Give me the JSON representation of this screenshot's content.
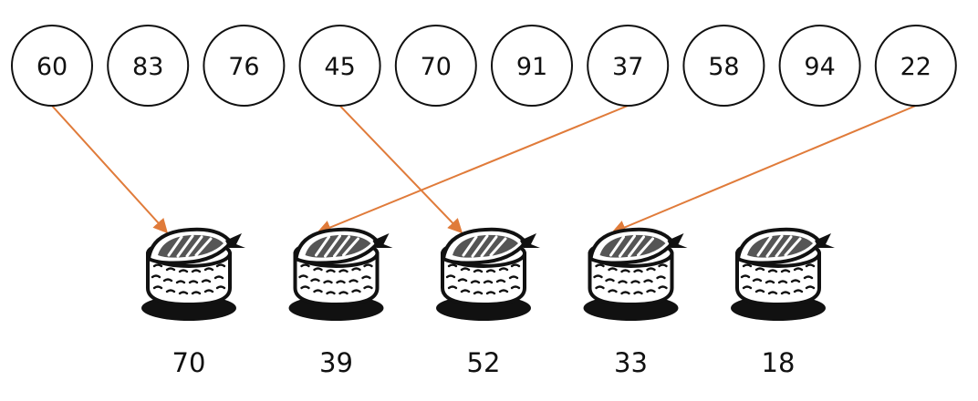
{
  "diagram": {
    "numbers": [
      "60",
      "83",
      "76",
      "45",
      "70",
      "91",
      "37",
      "58",
      "94",
      "22"
    ],
    "sushi": [
      {
        "label": "70",
        "icon": "sushi-icon"
      },
      {
        "label": "39",
        "icon": "sushi-icon"
      },
      {
        "label": "52",
        "icon": "sushi-icon"
      },
      {
        "label": "33",
        "icon": "sushi-icon"
      },
      {
        "label": "18",
        "icon": "sushi-icon"
      }
    ],
    "arrows": [
      {
        "from_number_index": 0,
        "to_sushi_index": 0
      },
      {
        "from_number_index": 3,
        "to_sushi_index": 2
      },
      {
        "from_number_index": 6,
        "to_sushi_index": 1
      },
      {
        "from_number_index": 9,
        "to_sushi_index": 3
      }
    ],
    "colors": {
      "arrow": "#E07B3A",
      "stroke": "#111111",
      "fish_fill": "#555555",
      "background": "#FFFFFF"
    }
  }
}
